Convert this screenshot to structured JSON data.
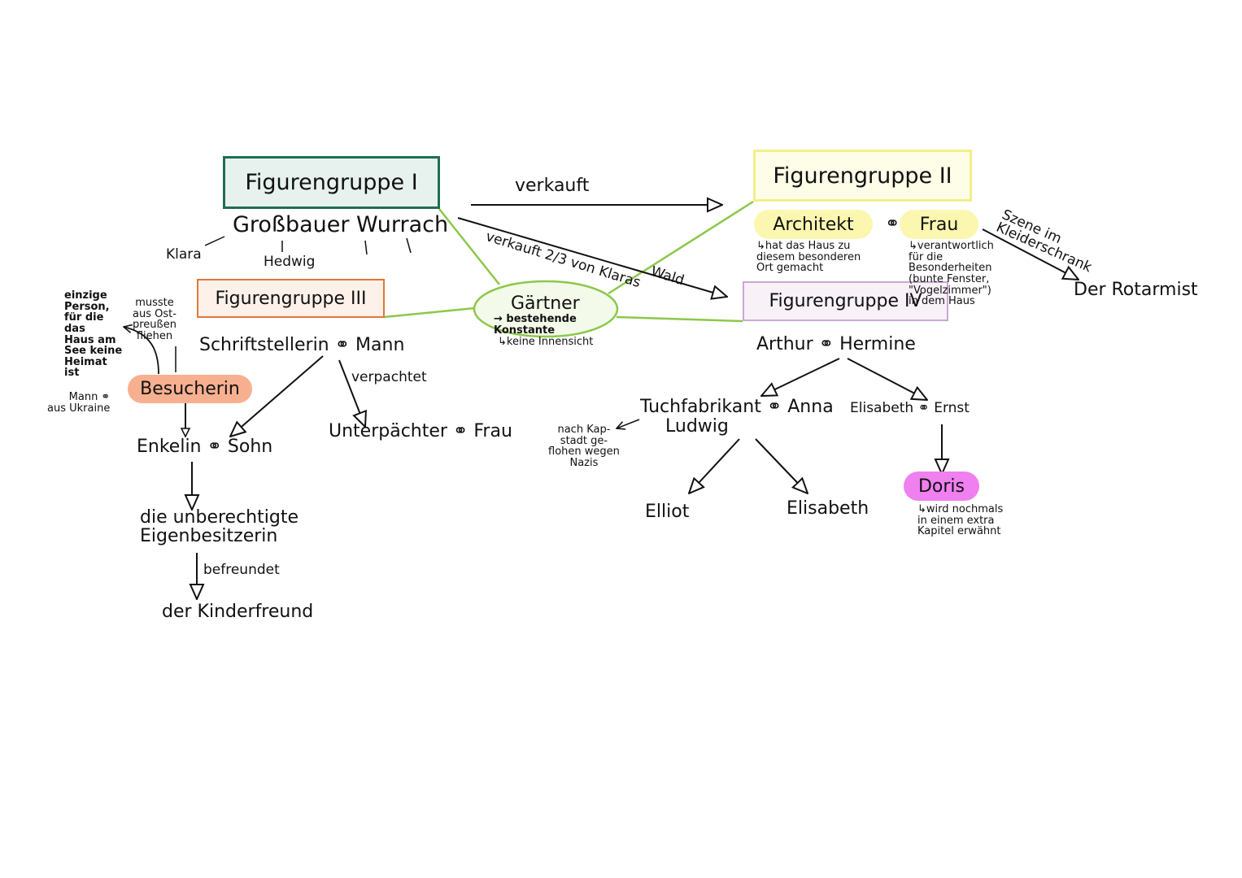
{
  "colors": {
    "group1_border": "#1f6e55",
    "group1_fill": "#e7f1ee",
    "group2_border": "#f2ee88",
    "group2_fill": "#fefee8",
    "group3_border": "#e0773a",
    "group3_fill": "#fdf1ea",
    "group4_border": "#c8a8d4",
    "group4_fill": "#f8f1f8",
    "gaertner_border": "#8cc84b",
    "gaertner_fill": "#f3fae9",
    "highlight_yellow": "#fbf7b0",
    "highlight_orange": "#f7b08f",
    "highlight_pink": "#f07ff0",
    "green_line": "#8cc84b"
  },
  "groups": {
    "g1": {
      "title": "Figurengruppe I",
      "head": "Großbauer Wurrach",
      "klara": "Klara",
      "hedwig": "Hedwig"
    },
    "g2": {
      "title": "Figurengruppe II",
      "architekt": "Architekt",
      "frau": "Frau",
      "architekt_note": "↳hat das Haus zu\ndiesem besonderen\nOrt gemacht",
      "frau_note": "↳verantwortlich\nfür die\nBesonderheiten\n(bunte Fenster,\n\"Vogelzimmer\")\nin dem Haus"
    },
    "g3": {
      "title": "Figurengruppe III",
      "couple": "Schriftstellerin ⚭ Mann",
      "verpachtet": "verpachtet",
      "unterpaechter": "Unterpächter ⚭ Frau"
    },
    "g4": {
      "title": "Figurengruppe IV",
      "couple": "Arthur ⚭ Hermine",
      "tuchfabrikant": "Tuchfabrikant ⚭ Anna",
      "ludwig": "Ludwig",
      "elisabeth_ernst": "Elisabeth ⚭ Ernst",
      "elliot": "Elliot",
      "elisabeth": "Elisabeth",
      "doris": "Doris",
      "doris_note": "↳wird nochmals\nin einem extra\nKapitel erwähnt",
      "nach_kapstadt": "nach Kap-\nstadt ge-\nflohen wegen\nNazis"
    }
  },
  "gaertner": {
    "title": "Gärtner",
    "sub": "→ bestehende\nKonstante",
    "note": "↳keine Innensicht"
  },
  "relations": {
    "verkauft": "verkauft",
    "verkauft_wald": "verkauft 2/3 von Klaras",
    "wald": "Wald",
    "szene": "Szene im\nKleiderschrank",
    "rotarmist": "Der Rotarmist"
  },
  "besucherin": {
    "label": "Besucherin",
    "einzige": "einzige\nPerson,\nfür die\ndas\nHaus am\nSee keine\nHeimat\nist",
    "musste": "musste\naus Ost-\npreußen\nfliehen",
    "mann": "Mann ⚭\naus Ukraine"
  },
  "lineage": {
    "enkelin": "Enkelin ⚭ Sohn",
    "eigenbesitzerin": "die unberechtigte\nEigenbesitzerin",
    "befreundet": "befreundet",
    "kinderfreund": "der Kinderfreund"
  }
}
